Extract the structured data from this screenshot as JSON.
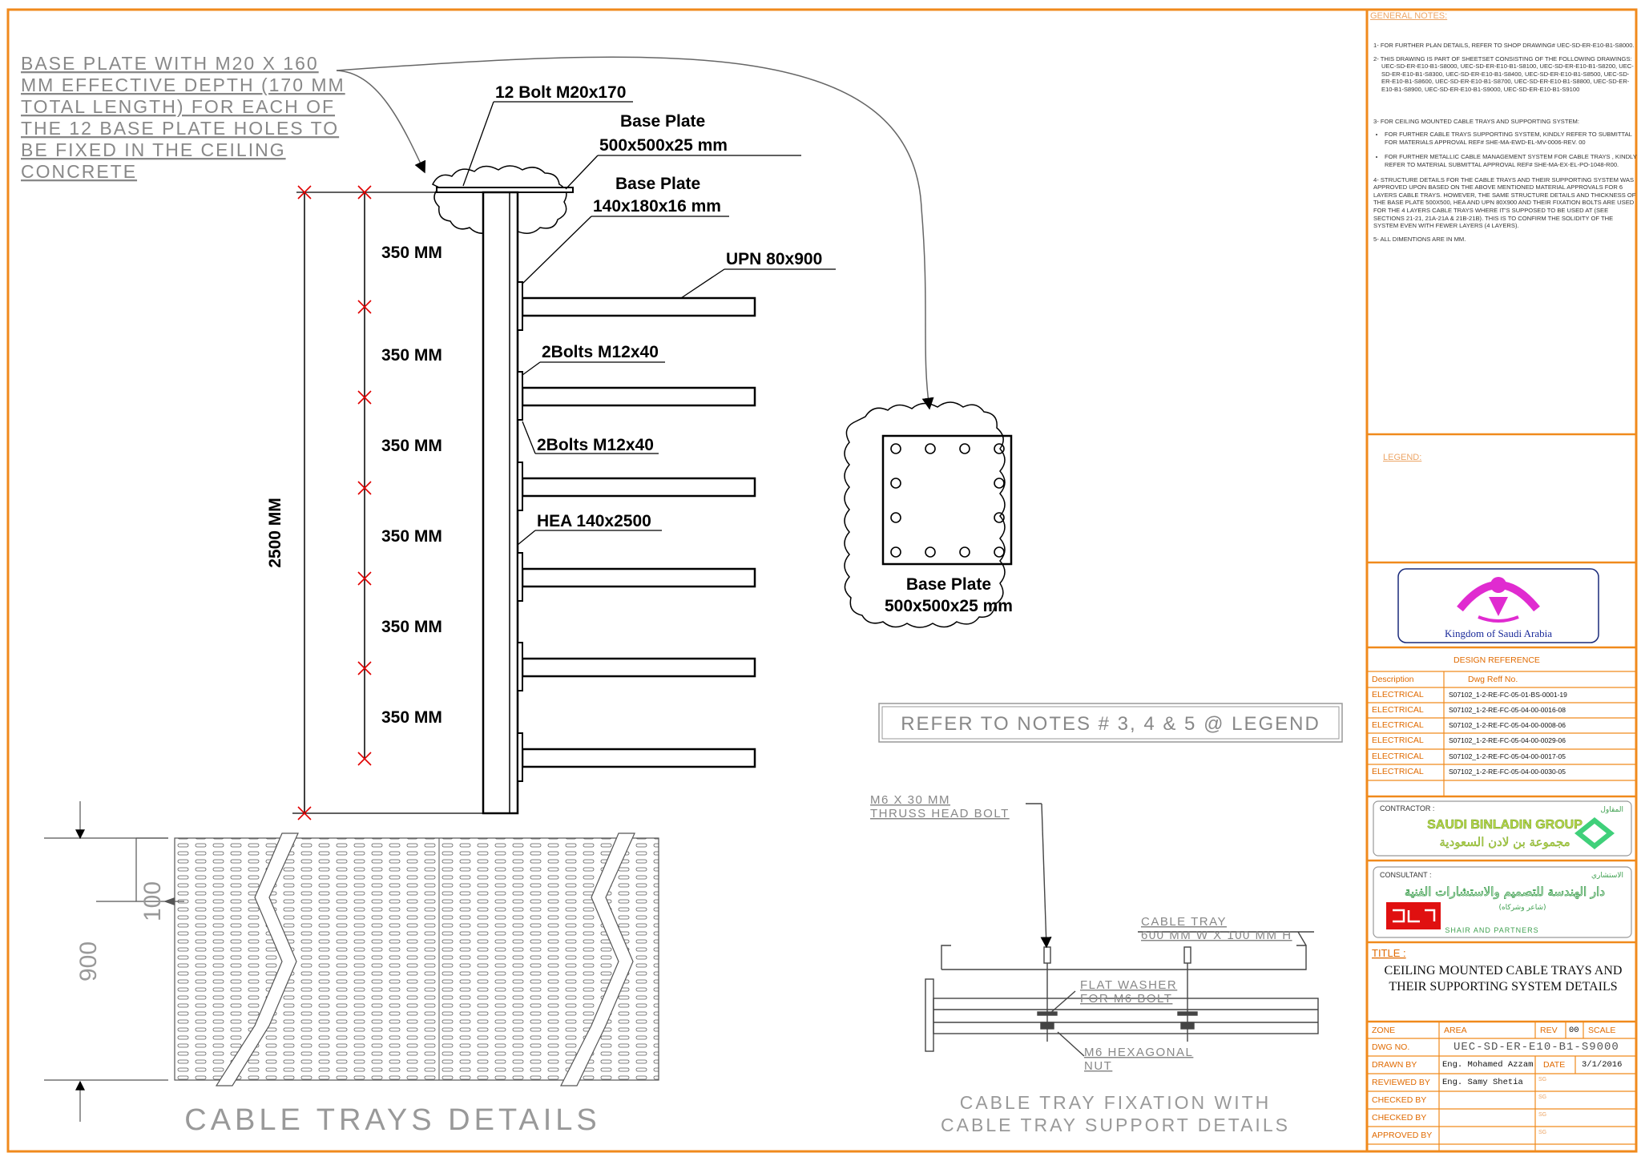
{
  "drawing": {
    "main_title": "CABLE TRAYS DETAILS",
    "fixation_title_1": "CABLE TRAY FIXATION WITH",
    "fixation_title_2": "CABLE TRAY SUPPORT DETAILS",
    "base_plate_note": [
      "BASE PLATE WITH M20 X 160",
      "MM EFFECTIVE DEPTH (170 MM",
      "TOTAL LENGTH) FOR EACH OF",
      "THE 12 BASE PLATE HOLES TO",
      "BE FIXED IN THE CEILING",
      "CONCRETE"
    ],
    "labels": {
      "bolt_m20": "12 Bolt M20x170",
      "base_plate_label": "Base Plate",
      "base_plate_size": "500x500x25 mm",
      "small_plate_size": "140x180x16 mm",
      "upn": "UPN 80x900",
      "bolts_m12_a": "2Bolts M12x40",
      "bolts_m12_b": "2Bolts M12x40",
      "hea": "HEA 140x2500",
      "total_height": "2500 MM",
      "spacing": [
        "350 MM",
        "350 MM",
        "350 MM",
        "350 MM",
        "350 MM",
        "350 MM"
      ],
      "refer_notes": "REFER TO NOTES # 3, 4 & 5 @ LEGEND",
      "dim_900": "900",
      "dim_100": "100",
      "bolt_m6": "M6 X 30 MM",
      "bolt_m6_2": "THRUSS HEAD BOLT",
      "cable_tray": "CABLE TRAY",
      "cable_tray_size": "600 MM W X 100 MM H",
      "washer": "FLAT WASHER",
      "washer_2": "FOR M6 BOLT",
      "nut": "M6 HEXAGONAL",
      "nut_2": "NUT"
    }
  },
  "notes": {
    "heading": "GENERAL NOTES:",
    "note1": "1- FOR FURTHER PLAN DETAILS, REFER TO SHOP DRAWING# UEC-SD-ER-E10-B1-S8000.",
    "note2_intro": "2- THIS DRAWING IS PART OF SHEETSET CONSISTING OF THE FOLLOWING DRAWINGS:",
    "note2_list": "UEC-SD-ER-E10-B1-S8000, UEC-SD-ER-E10-B1-S8100, UEC-SD-ER-E10-B1-S8200, UEC-SD-ER-E10-B1-S8300, UEC-SD-ER-E10-B1-S8400, UEC-SD-ER-E10-B1-S8500, UEC-SD-ER-E10-B1-S8600, UEC-SD-ER-E10-B1-S8700, UEC-SD-ER-E10-B1-S8800, UEC-SD-ER-E10-B1-S8900, UEC-SD-ER-E10-B1-S9000, UEC-SD-ER-E10-B1-S9100",
    "note3": "3- FOR CEILING MOUNTED CABLE TRAYS AND SUPPORTING SYSTEM:",
    "bullet1": "FOR FURTHER CABLE TRAYS SUPPORTING SYSTEM, KINDLY REFER TO SUBMITTAL FOR MATERIALS APPROVAL REF# SHE-MA-EWD-EL-MV-0006-REV. 00",
    "bullet2": "FOR FURTHER METALLIC CABLE MANAGEMENT SYSTEM FOR CABLE TRAYS , KINDLY REFER TO MATERIAL SUBMITTAL APPROVAL REF# SHE-MA-EX-EL-PO-1048-R00.",
    "note4": "4- STRUCTURE DETAILS FOR THE CABLE TRAYS AND THEIR SUPPORTING SYSTEM WAS APPROVED UPON BASED ON THE ABOVE MENTIONED MATERIAL APPROVALS FOR 6 LAYERS CABLE TRAYS. HOWEVER, THE SAME STRUCTURE DETAILS AND THICKNESS OF THE BASE PLATE 500X500, HEA AND UPN 80X900 AND THEIR FIXATION BOLTS ARE USED FOR THE 4 LAYERS CABLE TRAYS WHERE IT'S SUPPOSED TO BE USED AT (SEE SECTIONS 21-21, 21A-21A & 21B-21B). THIS IS TO CONFIRM THE SOLIDITY OF THE SYSTEM EVEN WITH FEWER LAYERS (4 LAYERS).",
    "note5": "5- ALL DIMENTIONS ARE IN MM.",
    "legend_heading": "LEGEND:"
  },
  "title_block": {
    "kingdom": "Kingdom of Saudi Arabia",
    "design_reference": "DESIGN REFERENCE",
    "col_description": "Description",
    "col_dwg_ref": "Dwg Reff No.",
    "references": [
      {
        "desc": "ELECTRICAL",
        "ref": "S07102_1-2-RE-FC-05-01-BS-0001-19"
      },
      {
        "desc": "ELECTRICAL",
        "ref": "S07102_1-2-RE-FC-05-04-00-0016-08"
      },
      {
        "desc": "ELECTRICAL",
        "ref": "S07102_1-2-RE-FC-05-04-00-0008-06"
      },
      {
        "desc": "ELECTRICAL",
        "ref": "S07102_1-2-RE-FC-05-04-00-0029-06"
      },
      {
        "desc": "ELECTRICAL",
        "ref": "S07102_1-2-RE-FC-05-04-00-0017-05"
      },
      {
        "desc": "ELECTRICAL",
        "ref": "S07102_1-2-RE-FC-05-04-00-0030-05"
      }
    ],
    "contractor_label": "CONTRACTOR :",
    "contractor_tag_ar": "المقاول",
    "contractor_name": "SAUDI BINLADIN GROUP",
    "contractor_name_ar": "مجموعة بن لادن السعودية",
    "consultant_label": "CONSULTANT :",
    "consultant_tag_ar": "الاستشاري",
    "consultant_name_ar": "دار الهندسة للتصميم والاستشارات الفنية",
    "consultant_sub_ar": "(شاعر وشركاه)",
    "consultant_name": "SHAIR AND PARTNERS",
    "title_label": "TITLE :",
    "title_line1": "CEILING MOUNTED CABLE TRAYS AND",
    "title_line2": "THEIR SUPPORTING SYSTEM DETAILS",
    "zone_label": "ZONE",
    "area_label": "AREA",
    "rev_label": "REV",
    "rev_value": "00",
    "scale_label": "SCALE",
    "dwg_no_label": "DWG NO.",
    "dwg_no": "UEC-SD-ER-E10-B1-S9000",
    "drawn_by_label": "DRAWN BY",
    "drawn_by": "Eng. Mohamed Azzam",
    "date_label": "DATE",
    "date": "3/1/2016",
    "reviewed_by_label": "REVIEWED BY",
    "reviewed_by": "Eng. Samy Shetia",
    "checked_by_1": "CHECKED BY",
    "checked_by_2": "CHECKED BY",
    "approved_by": "APPROVED BY",
    "sig_mark": "SG"
  },
  "colors": {
    "frame": "#f08a1c",
    "accent": "#e06a00",
    "logo_magenta": "#e02bd0",
    "logo_green": "#3fd07a",
    "consultant_red": "#e01010"
  }
}
